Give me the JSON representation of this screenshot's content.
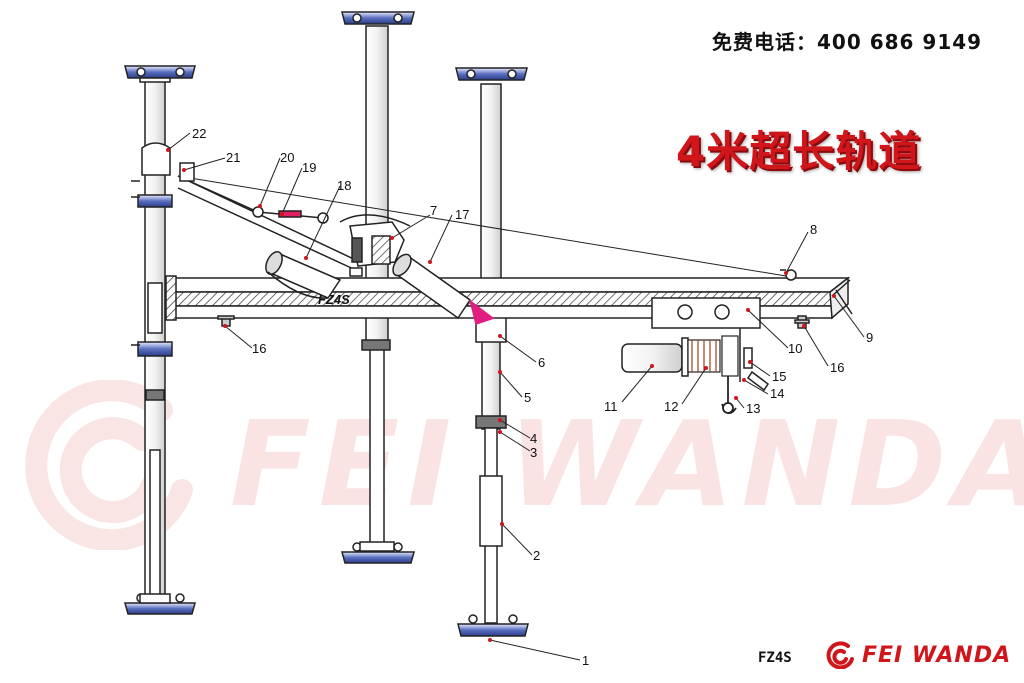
{
  "header": {
    "phone": "免费电话：400 686 9149",
    "headline": "4米超长轨道"
  },
  "rail_label": "FZ4S",
  "footer": {
    "model": "FZ4S",
    "brand": "FEI WANDA"
  },
  "watermark_text": "FEI WANDA",
  "callouts": [
    "1",
    "2",
    "3",
    "4",
    "5",
    "6",
    "7",
    "8",
    "9",
    "10",
    "11",
    "12",
    "13",
    "14",
    "15",
    "16",
    "17",
    "18",
    "19",
    "20",
    "21",
    "22",
    "16"
  ],
  "colors": {
    "brand_red": "#d0161b",
    "clamp_blue": "#3f55a8",
    "leader_red": "#d0161b"
  },
  "icons": [
    "brand-logo-icon",
    "watermark-logo-icon"
  ]
}
